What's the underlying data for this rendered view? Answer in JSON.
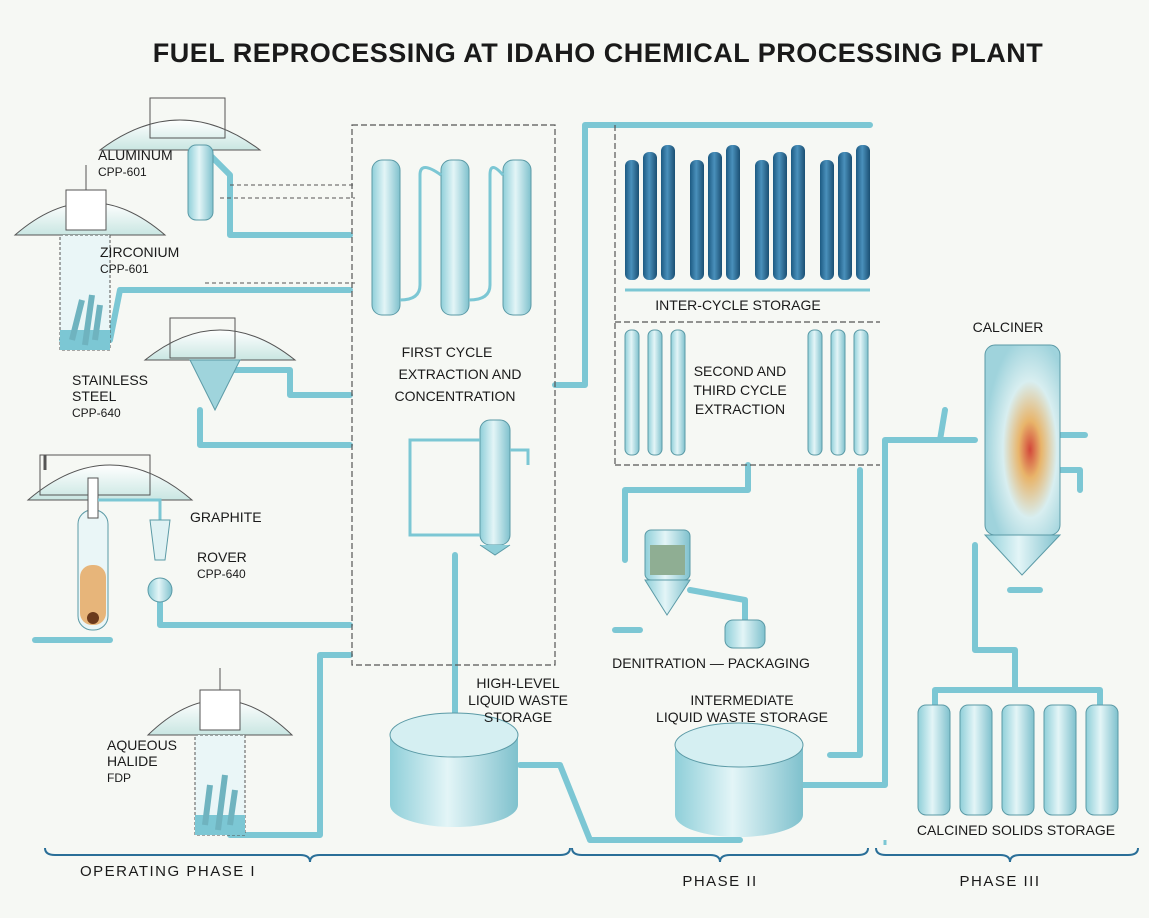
{
  "title": "FUEL REPROCESSING AT IDAHO CHEMICAL PROCESSING PLANT",
  "fuels": {
    "aluminum": {
      "name": "ALUMINUM",
      "code": "CPP-601"
    },
    "zirconium": {
      "name": "ZIRCONIUM",
      "code": "CPP-601"
    },
    "stainless_line1": "STAINLESS",
    "stainless_line2": "STEEL",
    "stainless_code": "CPP-640",
    "graphite": "GRAPHITE",
    "rover": {
      "name": "ROVER",
      "code": "CPP-640"
    },
    "aqueous_line1": "AQUEOUS",
    "aqueous_line2": "HALIDE",
    "aqueous_code": "FDP"
  },
  "process": {
    "first_cycle": [
      "FIRST  CYCLE",
      "EXTRACTION  AND",
      "CONCENTRATION"
    ],
    "inter_cycle": "INTER-CYCLE  STORAGE",
    "second_third": [
      "SECOND  AND",
      "THIRD  CYCLE",
      "EXTRACTION"
    ],
    "denitration": "DENITRATION — PACKAGING",
    "calciner": "CALCINER",
    "high_level": [
      "HIGH-LEVEL",
      "LIQUID WASTE",
      "STORAGE"
    ],
    "intermediate": [
      "INTERMEDIATE",
      "LIQUID WASTE STORAGE"
    ],
    "calcined": "CALCINED  SOLIDS  STORAGE"
  },
  "phases": {
    "phase1": "OPERATING  PHASE   I",
    "phase2": "PHASE   II",
    "phase3": "PHASE   III"
  },
  "colors": {
    "pipe": "#7cc7d4",
    "vessel": "#bfe5ea",
    "dark_column": "#2a6f98"
  }
}
